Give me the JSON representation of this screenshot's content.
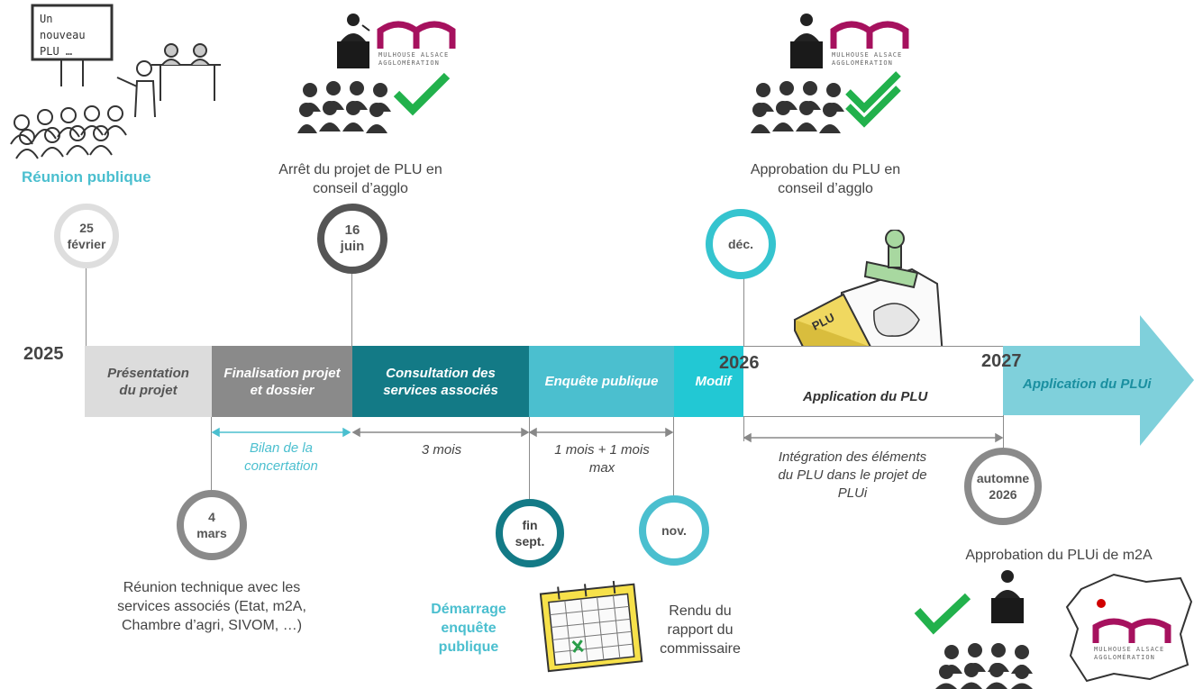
{
  "years": {
    "y2025": "2025",
    "y2026": "2026",
    "y2027": "2027"
  },
  "phases": [
    {
      "label": "Présentation du projet",
      "color": "#dcdcdc"
    },
    {
      "label": "Finalisation projet et dossier",
      "color": "#8a8a8a"
    },
    {
      "label": "Consultation des services associés",
      "color": "#137a86"
    },
    {
      "label": "Enquête publique",
      "color": "#4bbfcf"
    },
    {
      "label": "Modif",
      "color": "#22c8d4"
    },
    {
      "label": "Application du PLU",
      "color": "#ffffff"
    },
    {
      "label": "Application du PLUi",
      "color": "#7fd0db"
    }
  ],
  "milestones": {
    "m1": {
      "date": "25 février"
    },
    "m2": {
      "date": "16 juin"
    },
    "m3": {
      "date": "déc."
    },
    "m4": {
      "date": "4 mars"
    },
    "m5": {
      "date": "fin sept."
    },
    "m6": {
      "date": "nov."
    },
    "m7": {
      "date": "automne 2026"
    }
  },
  "captions": {
    "reunion_publique": "Réunion publique",
    "arret": "Arrêt du projet de PLU en conseil d’agglo",
    "approbation": "Approbation du PLU en conseil d’agglo",
    "reunion_technique": "Réunion technique avec les services associés (Etat, m2A, Chambre d’agri, SIVOM, …)",
    "demarrage": "Démarrage enquête publique",
    "rendu": "Rendu du rapport du commissaire",
    "approbation_plui": "Approbation du PLUi de m2A"
  },
  "durations": {
    "bilan": "Bilan de la concertation",
    "trois_mois": "3 mois",
    "un_mois": "1 mois + 1 mois max",
    "integration": "Intégration des éléments du PLU dans le projet de PLUi"
  },
  "sketch": {
    "board_text": "Un nouveau PLU …",
    "logo_text": "MULHOUSE ALSACE AGGLOMÉRATION",
    "document_text": "PLU"
  },
  "colors": {
    "grey_ring": "#dedede",
    "dark_ring": "#555555",
    "teal_ring": "#35c4cf",
    "dark_teal_ring": "#137a86",
    "green_check": "#22b14c",
    "logo_magenta": "#a6115e",
    "accent_teal": "#4bbfcf"
  }
}
